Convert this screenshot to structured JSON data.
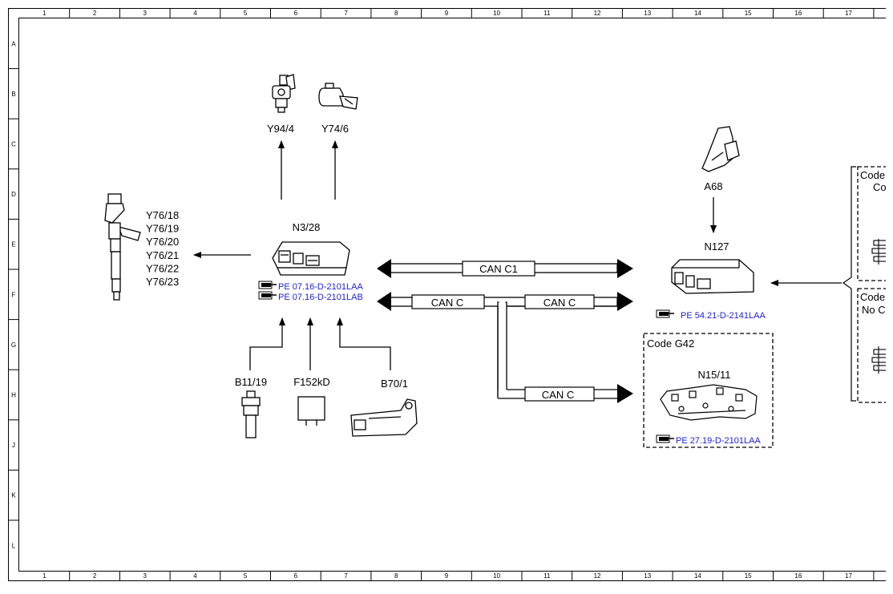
{
  "frame": {
    "columns": [
      "1",
      "2",
      "3",
      "4",
      "5",
      "6",
      "7",
      "8",
      "9",
      "10",
      "11",
      "12",
      "13",
      "14",
      "15",
      "16",
      "17"
    ],
    "rows": [
      "A",
      "B",
      "C",
      "D",
      "E",
      "F",
      "G",
      "H",
      "J",
      "K",
      "L"
    ]
  },
  "components": {
    "y94_4": "Y94/4",
    "y74_6": "Y74/6",
    "n3_28": "N3/28",
    "injectors": [
      "Y76/18",
      "Y76/19",
      "Y76/20",
      "Y76/21",
      "Y76/22",
      "Y76/23"
    ],
    "b11_19": "B11/19",
    "f152kd": "F152kD",
    "b70_1": "B70/1",
    "a68": "A68",
    "n127": "N127",
    "n15_11": "N15/11"
  },
  "references": {
    "n3_28_a": "PE 07.16-D-2101LAA",
    "n3_28_b": "PE 07.16-D-2101LAB",
    "n127": "PE 54.21-D-2141LAA",
    "n15_11": "PE 27.19-D-2101LAA"
  },
  "buses": {
    "can_c1": "CAN C1",
    "can_c_left": "CAN C",
    "can_c_right": "CAN C",
    "can_c_lower": "CAN C"
  },
  "code_boxes": {
    "g42": "Code G42",
    "right_top_line1": "Code",
    "right_top_line2": "Co",
    "right_bottom_line1": "Code",
    "right_bottom_line2": "No C"
  }
}
